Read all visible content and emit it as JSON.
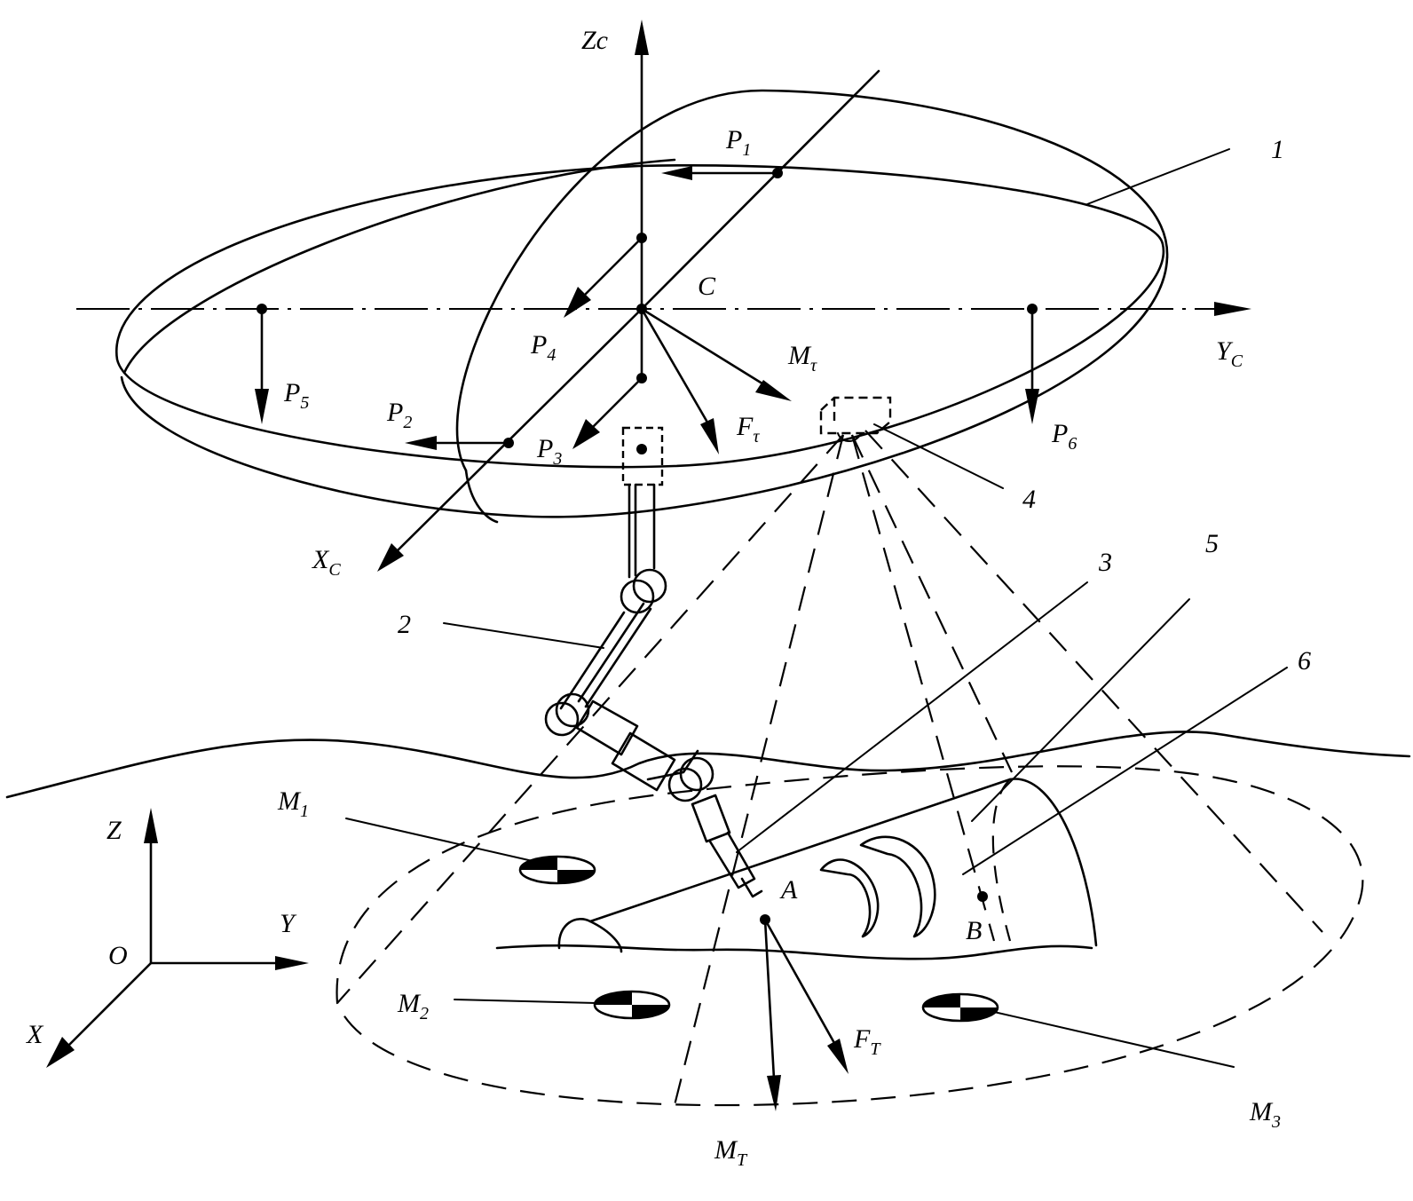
{
  "axes": {
    "zc": "Zc",
    "yc_main": "Y",
    "yc_sub": "C",
    "xc_main": "X",
    "xc_sub": "C",
    "center": "C",
    "z": "Z",
    "y": "Y",
    "x": "X",
    "o": "O"
  },
  "forces": {
    "p1_main": "P",
    "p1_sub": "1",
    "p2_main": "P",
    "p2_sub": "2",
    "p3_main": "P",
    "p3_sub": "3",
    "p4_main": "P",
    "p4_sub": "4",
    "p5_main": "P",
    "p5_sub": "5",
    "p6_main": "P",
    "p6_sub": "6",
    "mtau_main": "M",
    "mtau_sub": "τ",
    "ftau_main": "F",
    "ftau_sub": "τ",
    "ft_main": "F",
    "ft_sub": "T",
    "mt_main": "M",
    "mt_sub": "T"
  },
  "points": {
    "a": "A",
    "b": "B"
  },
  "markers": {
    "m1_main": "M",
    "m1_sub": "1",
    "m2_main": "M",
    "m2_sub": "2",
    "m3_main": "M",
    "m3_sub": "3"
  },
  "callouts": [
    "1",
    "2",
    "3",
    "4",
    "5",
    "6"
  ]
}
